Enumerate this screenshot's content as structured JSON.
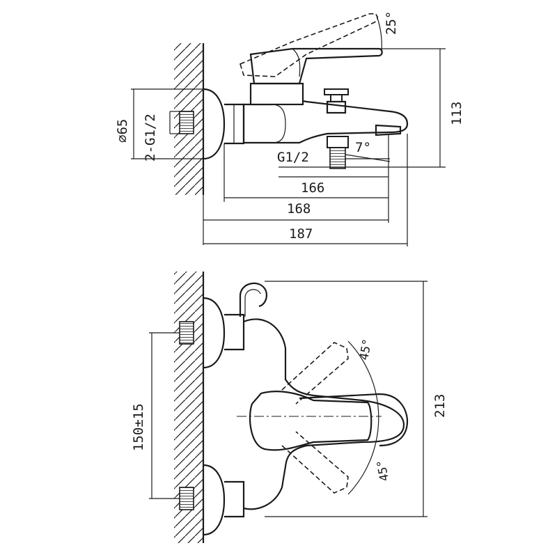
{
  "side_view": {
    "dim_height": "113",
    "dim_lever_angle": "25°",
    "dim_diameter": "⌀65",
    "dim_inlet_thread": "2-G1/2",
    "dim_outlet_thread": "G1/2",
    "dim_spout_angle": "7°",
    "dim_length_166": "166",
    "dim_length_168": "168",
    "dim_length_187": "187"
  },
  "top_view": {
    "dim_center_distance": "150±15",
    "dim_width": "213",
    "dim_angle_up": "45°",
    "dim_angle_down": "45°"
  }
}
